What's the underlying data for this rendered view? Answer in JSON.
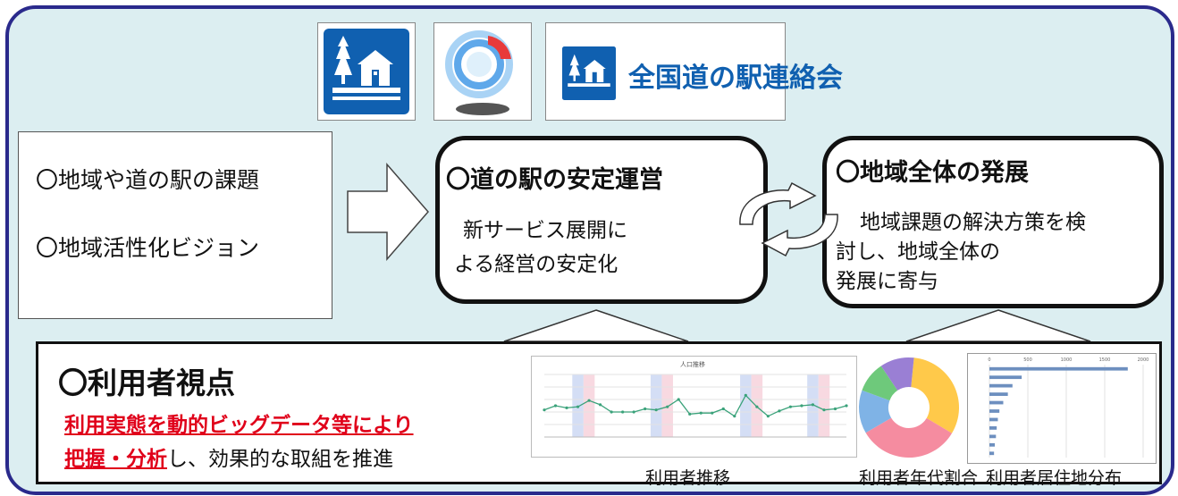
{
  "logos": {
    "org_name": "全国道の駅連絡会"
  },
  "left_box": {
    "item1": "〇地域や道の駅の課題",
    "item2": "〇地域活性化ビジョン"
  },
  "center_box": {
    "title": "〇道の駅の安定運営",
    "line1": "新サービス展開に",
    "line2": "よる経営の安定化"
  },
  "right_box": {
    "title": "〇地域全体の発展",
    "line1": "地域課題の解決方策を検",
    "line2": "討し、地域全体の",
    "line3": "発展に寄与"
  },
  "bottom_box": {
    "title": "〇利用者視点",
    "line1_red": "利用実態を動的ビッグデータ等により",
    "line2_red": "把握・分析",
    "line2_rest": "し、効果的な取組を推進"
  },
  "colors": {
    "frame_border": "#2a2a8c",
    "background": "#dceef1",
    "emphasis": "#e0001a",
    "logo_blue": "#1060b0"
  },
  "chart_data": [
    {
      "type": "line",
      "title": "人口推移",
      "caption": "利用者推移",
      "x": [
        1,
        2,
        3,
        4,
        5,
        6,
        7,
        8,
        9,
        10,
        11,
        12,
        13,
        14,
        15,
        16,
        17,
        18,
        19,
        20,
        21,
        22,
        23,
        24,
        25,
        26,
        27,
        28
      ],
      "values": [
        46,
        50,
        48,
        49,
        55,
        51,
        44,
        44,
        44,
        47,
        46,
        49,
        56,
        42,
        43,
        43,
        47,
        40,
        60,
        49,
        40,
        45,
        49,
        50,
        51,
        46,
        47,
        50
      ],
      "ylim": [
        20,
        80
      ]
    },
    {
      "type": "pie",
      "caption": "利用者年代割合",
      "values": [
        32,
        33,
        14,
        10,
        11
      ],
      "slice_colors": [
        "#ffc94a",
        "#f58ca0",
        "#7fb3e6",
        "#6ec97b",
        "#9a7fd4"
      ]
    },
    {
      "type": "bar",
      "caption": "利用者居住地分布",
      "xlim": [
        0,
        2000
      ],
      "ticks": [
        "0",
        "500",
        "1000",
        "1500",
        "2000"
      ],
      "values": [
        1800,
        420,
        300,
        240,
        180,
        130,
        110,
        95,
        85,
        70,
        60
      ]
    }
  ]
}
